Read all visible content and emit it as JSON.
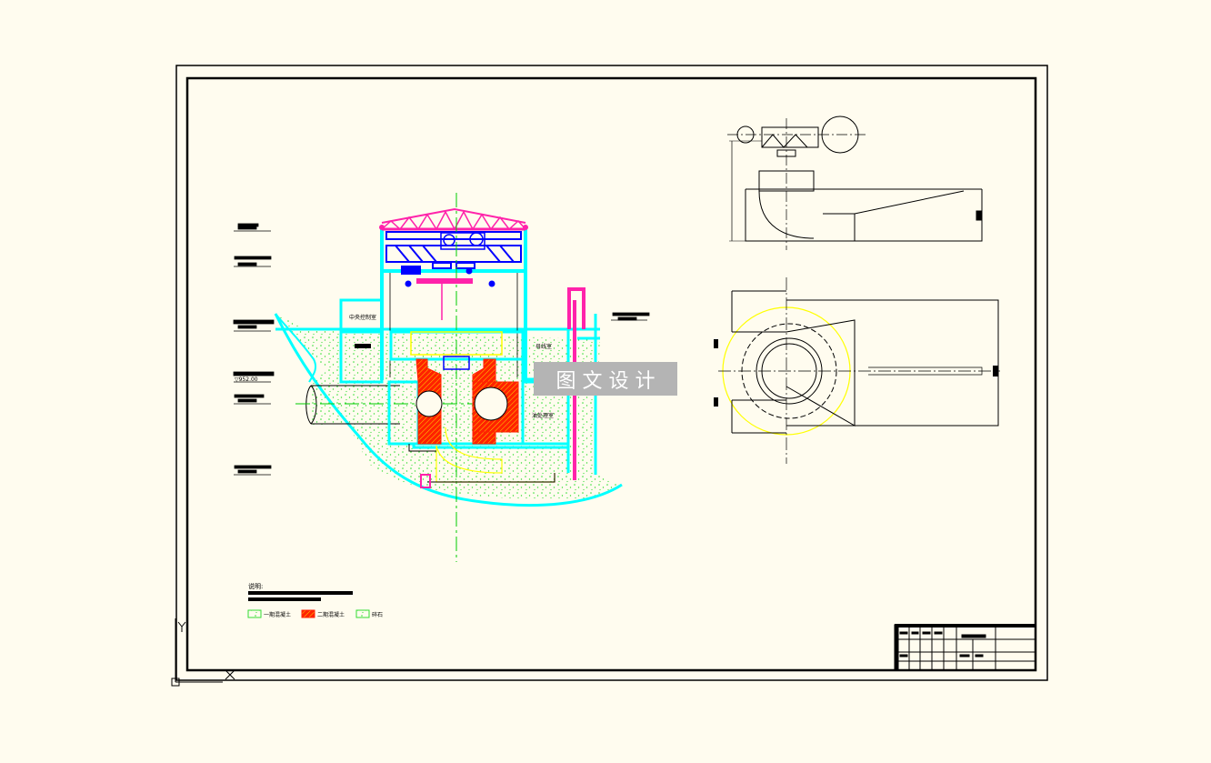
{
  "labels": {
    "room_center_control": "中央控制室",
    "room_right": "母线室",
    "room_bottom_right": "油处理室",
    "legend_item_1": "一期混凝土",
    "legend_item_2": "二期混凝土",
    "legend_item_3": "碎石",
    "level_1": "▽952.00",
    "notes_title": "说明:"
  },
  "watermark": "图 文 设 计",
  "colors": {
    "background": "#fffcef",
    "concrete": "#00ffff",
    "second_concrete": "#ff2200",
    "gravel": "#33dd33",
    "roof": "#ff22aa",
    "equipment": "#0000ff",
    "centerline": "#00cc00",
    "runner_outline": "#ffff00",
    "linework": "#000000",
    "watermark_box": "#b4b4b4"
  }
}
